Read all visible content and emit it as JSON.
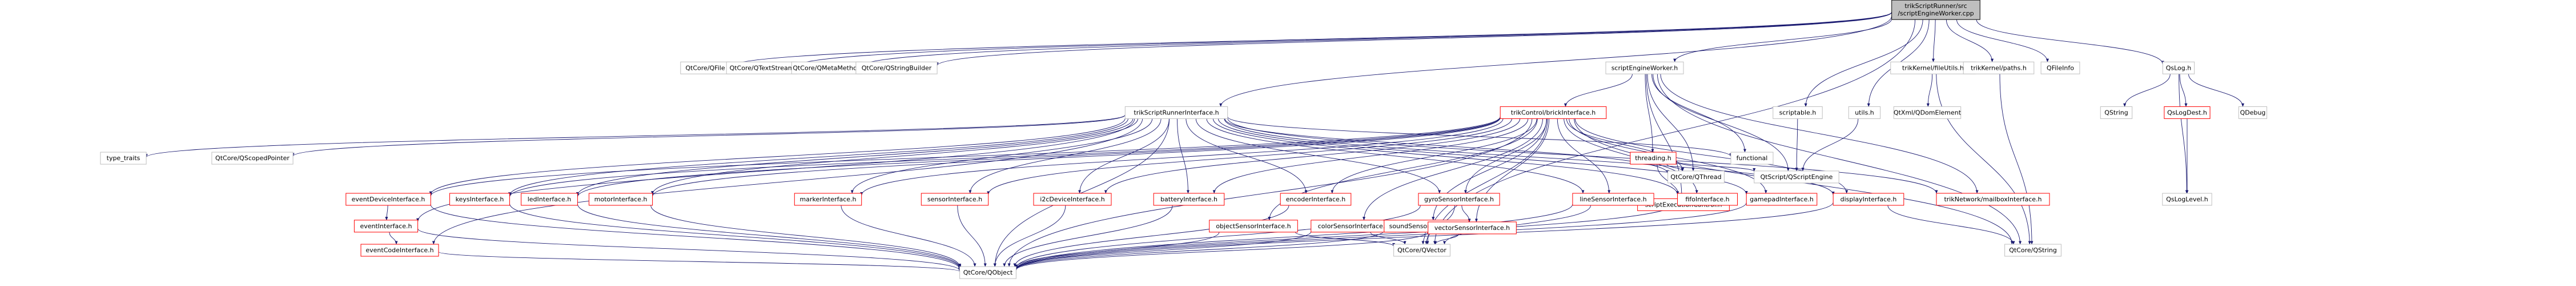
{
  "colors": {
    "edge": "#191970",
    "node_border_default": "#bfbfbf",
    "node_border_missing": "#ff0000",
    "root_fill": "#bfbfbf",
    "text": "#000000"
  },
  "nodes": [
    {
      "id": "root",
      "lines": [
        "trikScriptRunner/src",
        "/scriptEngineWorker.cpp"
      ],
      "style": "root"
    },
    {
      "id": "qfile",
      "lines": [
        "QtCore/QFile"
      ],
      "style": "default"
    },
    {
      "id": "qtextstream",
      "lines": [
        "QtCore/QTextStream"
      ],
      "style": "default"
    },
    {
      "id": "qmetamethod",
      "lines": [
        "QtCore/QMetaMethod"
      ],
      "style": "default"
    },
    {
      "id": "qstringbuilder",
      "lines": [
        "QtCore/QStringBuilder"
      ],
      "style": "default"
    },
    {
      "id": "sew",
      "lines": [
        "scriptEngineWorker.h"
      ],
      "style": "default"
    },
    {
      "id": "fileutils",
      "lines": [
        "trikKernel/fileUtils.h"
      ],
      "style": "default"
    },
    {
      "id": "paths",
      "lines": [
        "trikKernel/paths.h"
      ],
      "style": "default"
    },
    {
      "id": "qfileinfo",
      "lines": [
        "QFileInfo"
      ],
      "style": "default"
    },
    {
      "id": "qslog",
      "lines": [
        "QsLog.h"
      ],
      "style": "default"
    },
    {
      "id": "tsri",
      "lines": [
        "trikScriptRunnerInterface.h"
      ],
      "style": "default"
    },
    {
      "id": "tci",
      "lines": [
        "trikControl/brickInterface.h"
      ],
      "style": "missing"
    },
    {
      "id": "scriptable",
      "lines": [
        "scriptable.h"
      ],
      "style": "default"
    },
    {
      "id": "utils",
      "lines": [
        "utils.h"
      ],
      "style": "default"
    },
    {
      "id": "qdomelement",
      "lines": [
        "QtXml/QDomElement"
      ],
      "style": "default"
    },
    {
      "id": "qstring",
      "lines": [
        "QString"
      ],
      "style": "default"
    },
    {
      "id": "qslogdest",
      "lines": [
        "QsLogDest.h"
      ],
      "style": "missing"
    },
    {
      "id": "qdebug",
      "lines": [
        "QDebug"
      ],
      "style": "default"
    },
    {
      "id": "typetraits",
      "lines": [
        "type_traits"
      ],
      "style": "default"
    },
    {
      "id": "qscopedptr",
      "lines": [
        "QtCore/QScopedPointer"
      ],
      "style": "default"
    },
    {
      "id": "threading",
      "lines": [
        "threading.h"
      ],
      "style": "missing"
    },
    {
      "id": "functional",
      "lines": [
        "functional"
      ],
      "style": "default"
    },
    {
      "id": "qthread",
      "lines": [
        "QtCore/QThread"
      ],
      "style": "default"
    },
    {
      "id": "sec",
      "lines": [
        "scriptExecutionControl.h"
      ],
      "style": "missing"
    },
    {
      "id": "qscriptengine",
      "lines": [
        "QtScript/QScriptEngine"
      ],
      "style": "default"
    },
    {
      "id": "qsloglevel",
      "lines": [
        "QsLogLevel.h"
      ],
      "style": "default"
    },
    {
      "id": "edi",
      "lines": [
        "eventDeviceInterface.h"
      ],
      "style": "missing"
    },
    {
      "id": "keysi",
      "lines": [
        "keysInterface.h"
      ],
      "style": "missing"
    },
    {
      "id": "ledi",
      "lines": [
        "ledInterface.h"
      ],
      "style": "missing"
    },
    {
      "id": "motori",
      "lines": [
        "motorInterface.h"
      ],
      "style": "missing"
    },
    {
      "id": "markeri",
      "lines": [
        "markerInterface.h"
      ],
      "style": "missing"
    },
    {
      "id": "sensori",
      "lines": [
        "sensorInterface.h"
      ],
      "style": "missing"
    },
    {
      "id": "i2ci",
      "lines": [
        "i2cDeviceInterface.h"
      ],
      "style": "missing"
    },
    {
      "id": "batteryi",
      "lines": [
        "batteryInterface.h"
      ],
      "style": "missing"
    },
    {
      "id": "encoderi",
      "lines": [
        "encoderInterface.h"
      ],
      "style": "missing"
    },
    {
      "id": "gyroi",
      "lines": [
        "gyroSensorInterface.h"
      ],
      "style": "missing"
    },
    {
      "id": "linei",
      "lines": [
        "lineSensorInterface.h"
      ],
      "style": "missing"
    },
    {
      "id": "fifoi",
      "lines": [
        "fifoInterface.h"
      ],
      "style": "missing"
    },
    {
      "id": "gamepadi",
      "lines": [
        "gamepadInterface.h"
      ],
      "style": "missing"
    },
    {
      "id": "displayi",
      "lines": [
        "displayInterface.h"
      ],
      "style": "missing"
    },
    {
      "id": "mailbox",
      "lines": [
        "trikNetwork/mailboxInterface.h"
      ],
      "style": "missing"
    },
    {
      "id": "eventi",
      "lines": [
        "eventInterface.h"
      ],
      "style": "missing"
    },
    {
      "id": "objsi",
      "lines": [
        "objectSensorInterface.h"
      ],
      "style": "missing"
    },
    {
      "id": "colorsi",
      "lines": [
        "colorSensorInterface.h"
      ],
      "style": "missing"
    },
    {
      "id": "soundsi",
      "lines": [
        "soundSensorInterface.h"
      ],
      "style": "missing"
    },
    {
      "id": "vectorsi",
      "lines": [
        "vectorSensorInterface.h"
      ],
      "style": "missing"
    },
    {
      "id": "qvector",
      "lines": [
        "QtCore/QVector"
      ],
      "style": "default"
    },
    {
      "id": "qtstring",
      "lines": [
        "QtCore/QString"
      ],
      "style": "default"
    },
    {
      "id": "eventcodei",
      "lines": [
        "eventCodeInterface.h"
      ],
      "style": "missing"
    },
    {
      "id": "qobject",
      "lines": [
        "QtCore/QObject"
      ],
      "style": "default"
    }
  ],
  "edges": [
    [
      "root",
      "qfile"
    ],
    [
      "root",
      "qtextstream"
    ],
    [
      "root",
      "qmetamethod"
    ],
    [
      "root",
      "qstringbuilder"
    ],
    [
      "root",
      "sew"
    ],
    [
      "root",
      "fileutils"
    ],
    [
      "root",
      "paths"
    ],
    [
      "root",
      "qfileinfo"
    ],
    [
      "root",
      "qslog"
    ],
    [
      "root",
      "tsri"
    ],
    [
      "root",
      "scriptable"
    ],
    [
      "root",
      "utils"
    ],
    [
      "root",
      "qvector"
    ],
    [
      "sew",
      "tci"
    ],
    [
      "sew",
      "threading"
    ],
    [
      "sew",
      "functional"
    ],
    [
      "sew",
      "qthread"
    ],
    [
      "sew",
      "sec"
    ],
    [
      "sew",
      "qscriptengine"
    ],
    [
      "sew",
      "mailbox"
    ],
    [
      "sew",
      "qtstring"
    ],
    [
      "fileutils",
      "qdomelement"
    ],
    [
      "fileutils",
      "qtstring"
    ],
    [
      "paths",
      "qtstring"
    ],
    [
      "qslog",
      "qslogdest"
    ],
    [
      "qslog",
      "qdebug"
    ],
    [
      "qslog",
      "qstring"
    ],
    [
      "qslog",
      "qsloglevel"
    ],
    [
      "qslogdest",
      "qsloglevel"
    ],
    [
      "scriptable",
      "qscriptengine"
    ],
    [
      "utils",
      "qscriptengine"
    ],
    [
      "threading",
      "qthread"
    ],
    [
      "threading",
      "sec"
    ],
    [
      "threading",
      "qscriptengine"
    ],
    [
      "tsri",
      "typetraits"
    ],
    [
      "tsri",
      "qscopedptr"
    ],
    [
      "tsri",
      "edi"
    ],
    [
      "tsri",
      "keysi"
    ],
    [
      "tsri",
      "ledi"
    ],
    [
      "tsri",
      "motori"
    ],
    [
      "tsri",
      "markeri"
    ],
    [
      "tsri",
      "sensori"
    ],
    [
      "tsri",
      "i2ci"
    ],
    [
      "tsri",
      "batteryi"
    ],
    [
      "tsri",
      "encoderi"
    ],
    [
      "tsri",
      "gyroi"
    ],
    [
      "tsri",
      "linei"
    ],
    [
      "tsri",
      "fifoi"
    ],
    [
      "tsri",
      "gamepadi"
    ],
    [
      "tsri",
      "displayi"
    ],
    [
      "tsri",
      "mailbox"
    ],
    [
      "tsri",
      "functional"
    ],
    [
      "tsri",
      "eventi"
    ],
    [
      "tsri",
      "eventcodei"
    ],
    [
      "tsri",
      "qobject"
    ],
    [
      "tsri",
      "qthread"
    ],
    [
      "tci",
      "edi"
    ],
    [
      "tci",
      "keysi"
    ],
    [
      "tci",
      "ledi"
    ],
    [
      "tci",
      "motori"
    ],
    [
      "tci",
      "markeri"
    ],
    [
      "tci",
      "sensori"
    ],
    [
      "tci",
      "i2ci"
    ],
    [
      "tci",
      "batteryi"
    ],
    [
      "tci",
      "encoderi"
    ],
    [
      "tci",
      "gyroi"
    ],
    [
      "tci",
      "linei"
    ],
    [
      "tci",
      "fifoi"
    ],
    [
      "tci",
      "gamepadi"
    ],
    [
      "tci",
      "displayi"
    ],
    [
      "tci",
      "objsi"
    ],
    [
      "tci",
      "colorsi"
    ],
    [
      "tci",
      "soundsi"
    ],
    [
      "tci",
      "vectorsi"
    ],
    [
      "tci",
      "qvector"
    ],
    [
      "tci",
      "qobject"
    ],
    [
      "tci",
      "qtstring"
    ],
    [
      "tci",
      "qthread"
    ],
    [
      "edi",
      "eventi"
    ],
    [
      "edi",
      "qobject"
    ],
    [
      "eventi",
      "eventcodei"
    ],
    [
      "eventi",
      "qobject"
    ],
    [
      "eventcodei",
      "qobject"
    ],
    [
      "keysi",
      "qobject"
    ],
    [
      "ledi",
      "qobject"
    ],
    [
      "motori",
      "qobject"
    ],
    [
      "markeri",
      "qobject"
    ],
    [
      "sensori",
      "qobject"
    ],
    [
      "i2ci",
      "qobject"
    ],
    [
      "batteryi",
      "qobject"
    ],
    [
      "encoderi",
      "qobject"
    ],
    [
      "gyroi",
      "vectorsi"
    ],
    [
      "gyroi",
      "qvector"
    ],
    [
      "gyroi",
      "qobject"
    ],
    [
      "linei",
      "qvector"
    ],
    [
      "linei",
      "qobject"
    ],
    [
      "fifoi",
      "qobject"
    ],
    [
      "gamepadi",
      "qobject"
    ],
    [
      "displayi",
      "qtstring"
    ],
    [
      "displayi",
      "qobject"
    ],
    [
      "objsi",
      "qvector"
    ],
    [
      "objsi",
      "qobject"
    ],
    [
      "colorsi",
      "qvector"
    ],
    [
      "colorsi",
      "qobject"
    ],
    [
      "soundsi",
      "qvector"
    ],
    [
      "soundsi",
      "qobject"
    ],
    [
      "vectorsi",
      "qvector"
    ],
    [
      "vectorsi",
      "qobject"
    ]
  ]
}
